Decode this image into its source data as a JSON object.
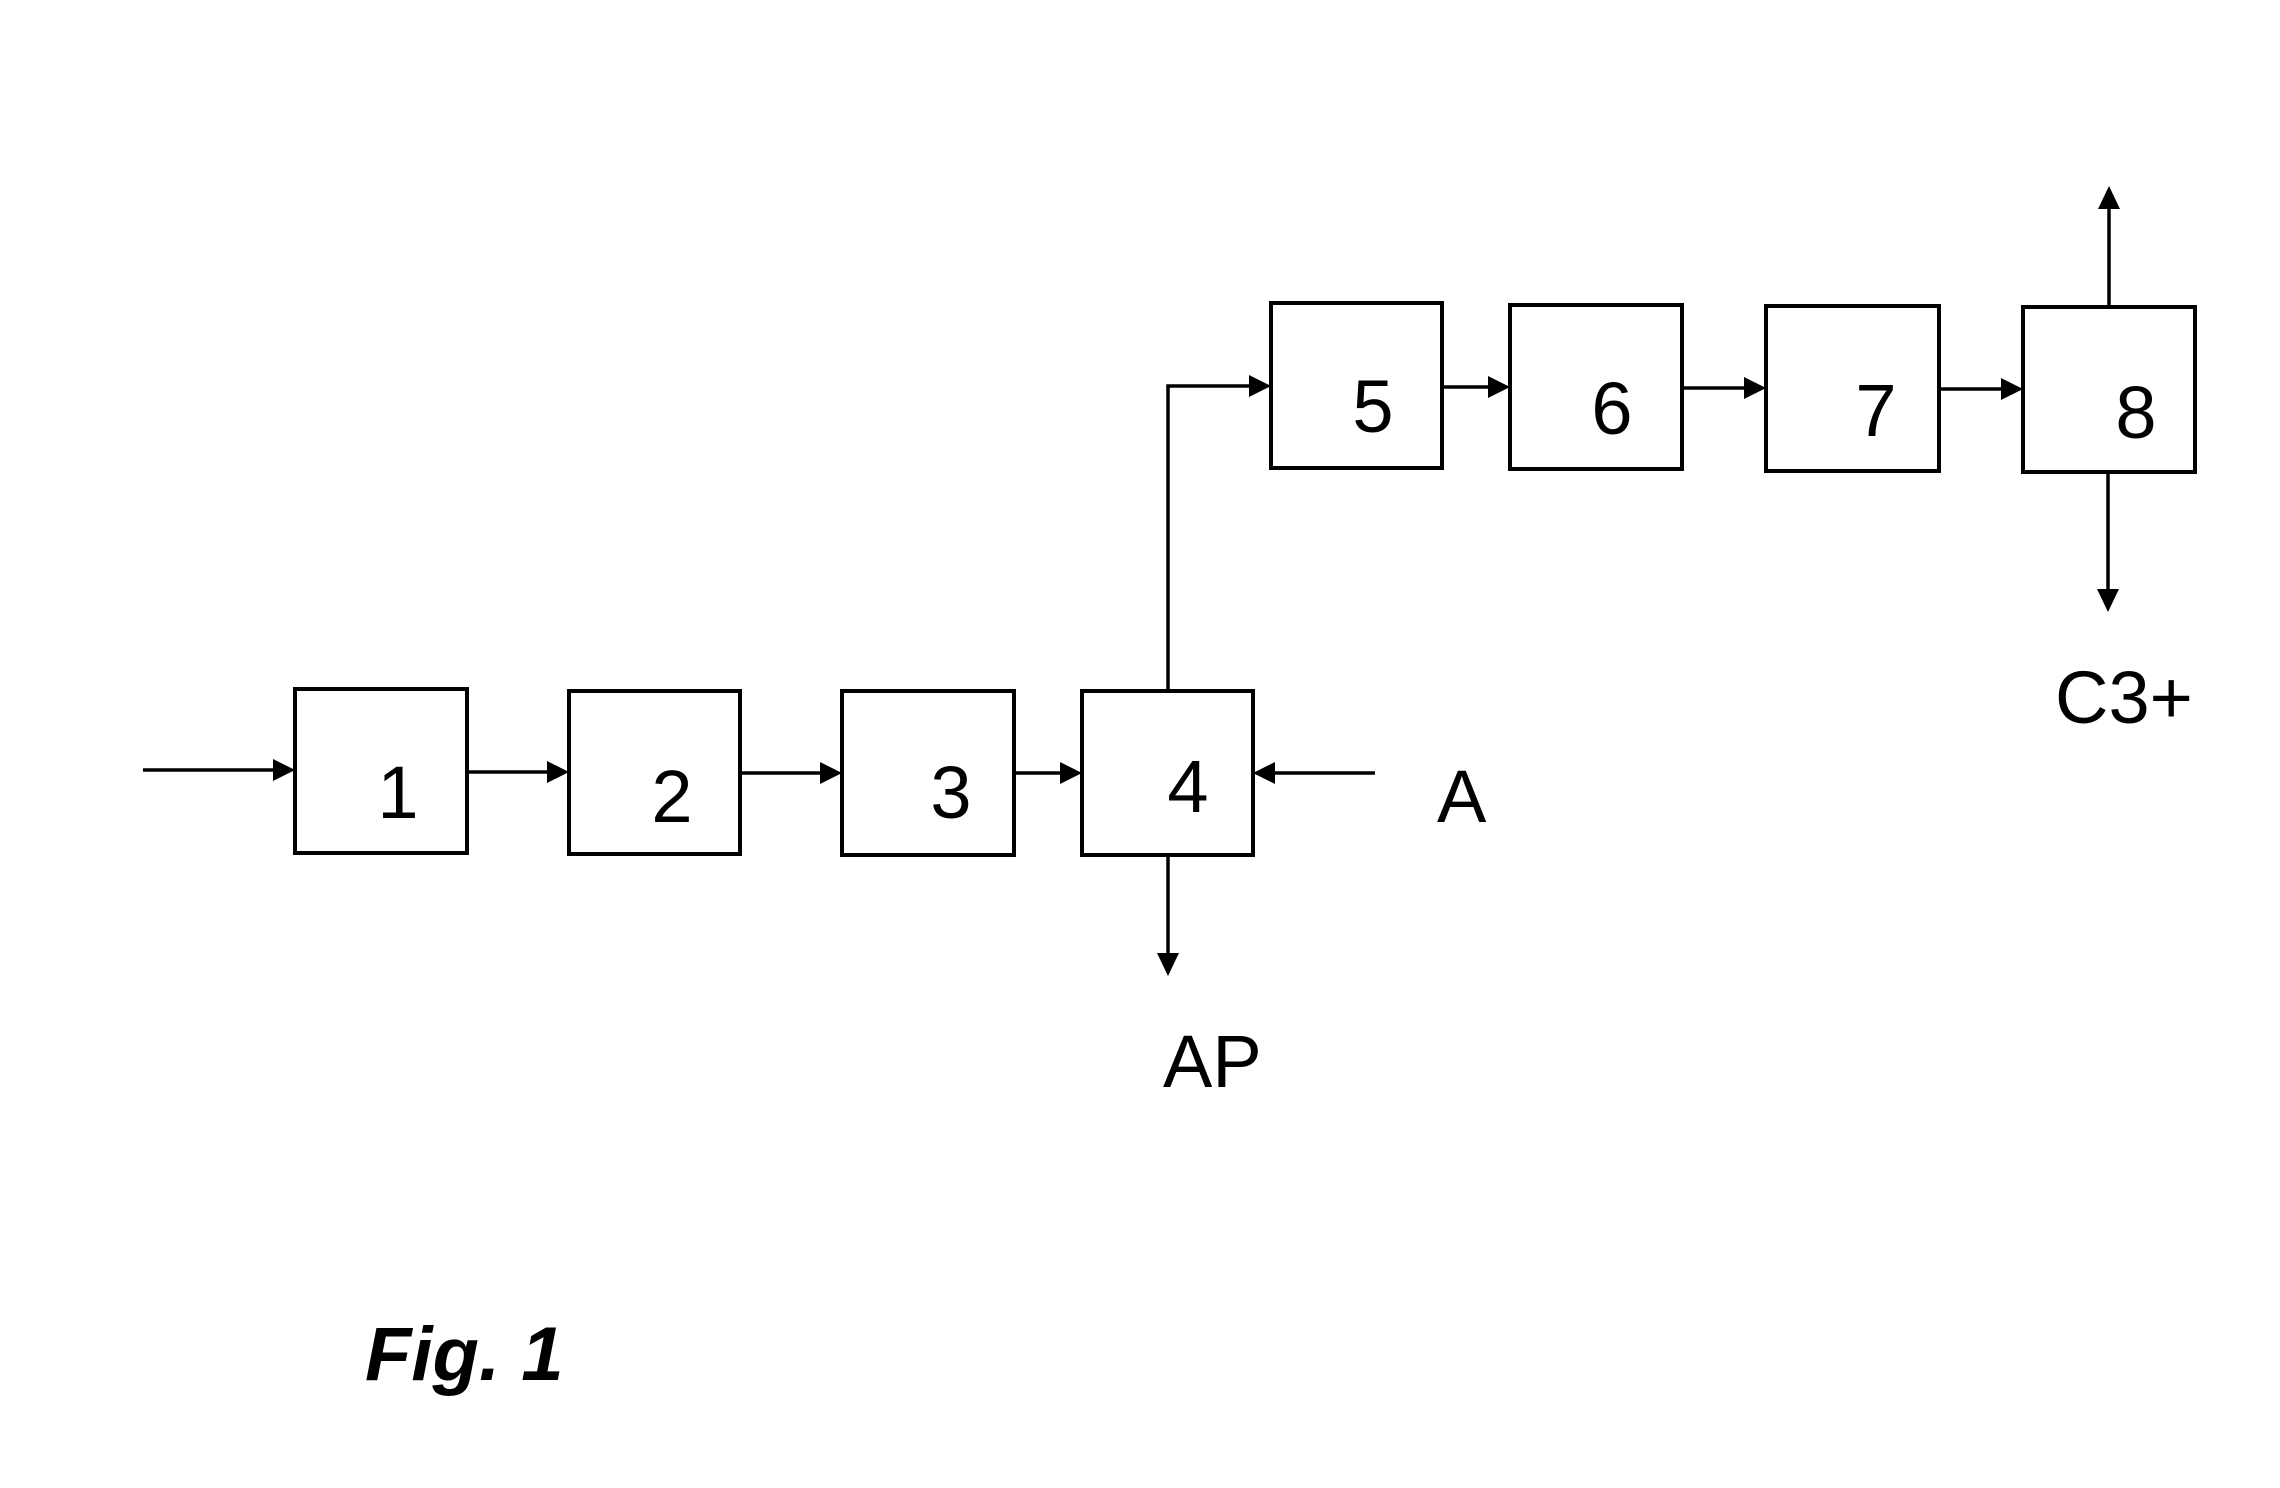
{
  "figure": {
    "caption": "Fig. 1",
    "blocks": [
      {
        "id": "1",
        "label": "1"
      },
      {
        "id": "2",
        "label": "2"
      },
      {
        "id": "3",
        "label": "3"
      },
      {
        "id": "4",
        "label": "4"
      },
      {
        "id": "5",
        "label": "5"
      },
      {
        "id": "6",
        "label": "6"
      },
      {
        "id": "7",
        "label": "7"
      },
      {
        "id": "8",
        "label": "8"
      }
    ],
    "streams": {
      "feed_into_4": "A",
      "out_of_4": "AP",
      "bottom_of_8": "C3+"
    },
    "connections": [
      {
        "from": "feed",
        "to": "1"
      },
      {
        "from": "1",
        "to": "2"
      },
      {
        "from": "2",
        "to": "3"
      },
      {
        "from": "3",
        "to": "4"
      },
      {
        "from": "A",
        "to": "4"
      },
      {
        "from": "4",
        "to": "AP"
      },
      {
        "from": "4",
        "to": "5"
      },
      {
        "from": "5",
        "to": "6"
      },
      {
        "from": "6",
        "to": "7"
      },
      {
        "from": "7",
        "to": "8"
      },
      {
        "from": "8",
        "to": "top-outlet"
      },
      {
        "from": "8",
        "to": "C3+"
      }
    ]
  }
}
